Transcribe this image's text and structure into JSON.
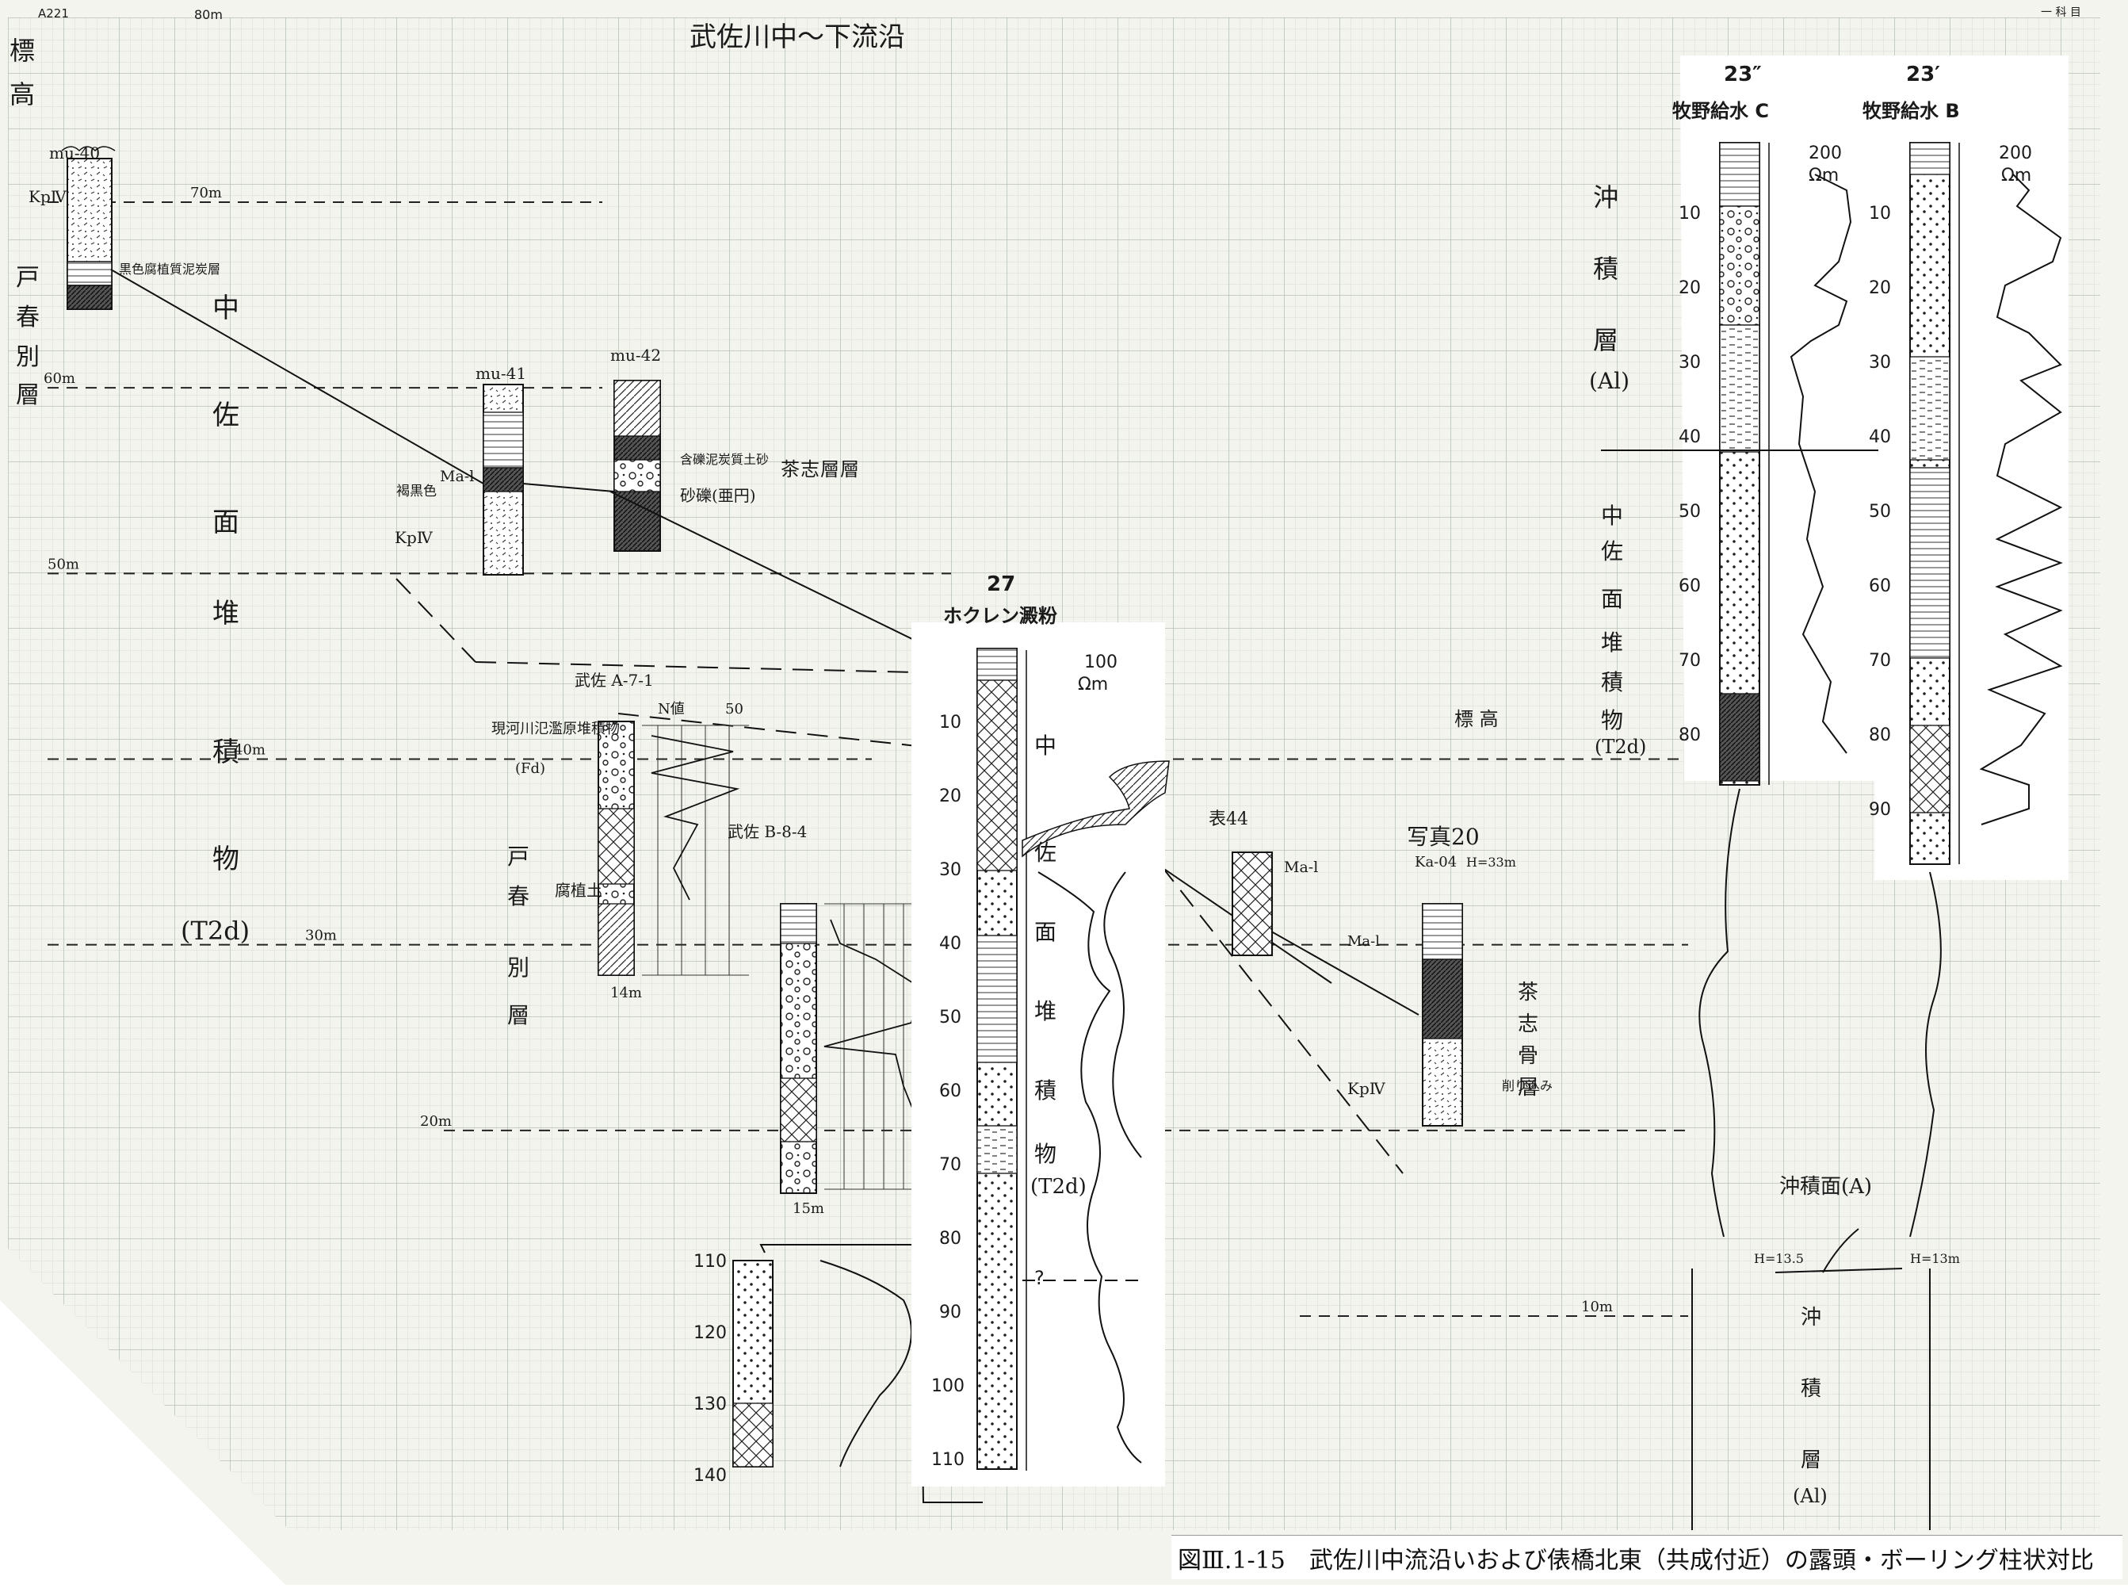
{
  "sheet": {
    "code": "A221",
    "scale_top": "80m",
    "scale_corner": "一 科 目",
    "title": "武佐川中～下流沿",
    "caption": "図Ⅲ.1-15　武佐川中流沿いおよび俵橋北東（共成付近）の露頭・ボーリング柱状対比"
  },
  "elevation_axis": {
    "label_chars": [
      "標",
      "高"
    ],
    "levels": [
      {
        "label": "70m",
        "elev": 70
      },
      {
        "label": "60m",
        "elev": 60
      },
      {
        "label": "50m",
        "elev": 50
      },
      {
        "label": "40m",
        "elev": 40
      },
      {
        "label": "30m",
        "elev": 30
      },
      {
        "label": "20m",
        "elev": 20
      },
      {
        "label": "10m",
        "elev": 10
      }
    ],
    "label_right": "標 高"
  },
  "formations": {
    "nakasa_vertical": [
      "中",
      "佐",
      "面",
      "堆",
      "積",
      "物"
    ],
    "nakasa_code": "(T2d)",
    "toshunbetsu_upper": [
      "戸",
      "春",
      "別",
      "層"
    ],
    "toshunbetsu_lower": [
      "戸",
      "春",
      "別",
      "層"
    ],
    "chuseki_vertical": [
      "沖",
      "積",
      "層"
    ],
    "chuseki_code": "(Al)",
    "nakasa_right": [
      "中",
      "佐",
      "面",
      "堆",
      "積",
      "物"
    ],
    "nakasa_right_code": "(T2d)",
    "nakasa_mid": [
      "中",
      "佐",
      "面",
      "堆",
      "積",
      "物"
    ],
    "nakasa_mid_code": "(T2d)",
    "chazu": [
      "茶",
      "志",
      "層",
      "層"
    ],
    "chazu_right": [
      "茶",
      "志",
      "骨",
      "層"
    ],
    "chuseki_bottom": [
      "沖",
      "積",
      "層"
    ],
    "chuseki_bottom_code": "(Al)",
    "chuseki_surface": "沖積面(A)"
  },
  "columns": {
    "mu40": {
      "name": "mu-40",
      "kp": "KpⅣ",
      "note": "黒色腐植質泥炭層"
    },
    "mu41": {
      "name": "mu-41",
      "mal": "Ma-l",
      "kp": "KpⅣ",
      "note": "褐黒色"
    },
    "mu42": {
      "name": "mu-42",
      "note1": "含礫泥炭質土砂",
      "note2": "砂礫(亜円)"
    },
    "a71": {
      "name": "武佐 A-7-1",
      "nvalue": "N値",
      "n50": "50",
      "fd": "現河川氾濫原堆積物",
      "fd_code": "(Fd)",
      "soil": "腐植土",
      "depth": "14m"
    },
    "b84": {
      "name": "武佐 B-8-4",
      "n50": "50",
      "depth": "15m"
    },
    "h44": {
      "name": "表44",
      "mal": "Ma-l"
    },
    "photo20": {
      "name": "写真20",
      "id": "Ka-04",
      "h": "H=33m",
      "mal": "Ma-l",
      "kp": "KpⅣ",
      "note": "削り込み"
    },
    "hokuren": {
      "number": "27",
      "name": "ホクレン澱粉",
      "res_max": "100",
      "unit": "Ωm",
      "depths": [
        "10",
        "20",
        "30",
        "40",
        "50",
        "60",
        "70",
        "80",
        "90",
        "100",
        "110"
      ],
      "q": "?"
    },
    "inset": {
      "depths": [
        "110",
        "120",
        "130",
        "140"
      ]
    },
    "makino_c": {
      "number": "23″",
      "name": "牧野給水 C",
      "res_max": "200",
      "unit": "Ωm",
      "depths": [
        "10",
        "20",
        "30",
        "40",
        "50",
        "60",
        "70",
        "80"
      ],
      "h": "H=13.5"
    },
    "makino_b": {
      "number": "23′",
      "name": "牧野給水 B",
      "res_max": "200",
      "unit": "Ωm",
      "depths": [
        "10",
        "20",
        "30",
        "40",
        "50",
        "60",
        "70",
        "80",
        "90"
      ],
      "h": "H=13m"
    }
  },
  "colors": {
    "grid": "#c9d3c9",
    "grid_major": "#9fae9f",
    "ink": "#1a1a1a",
    "paper": "#f4f4ef"
  }
}
